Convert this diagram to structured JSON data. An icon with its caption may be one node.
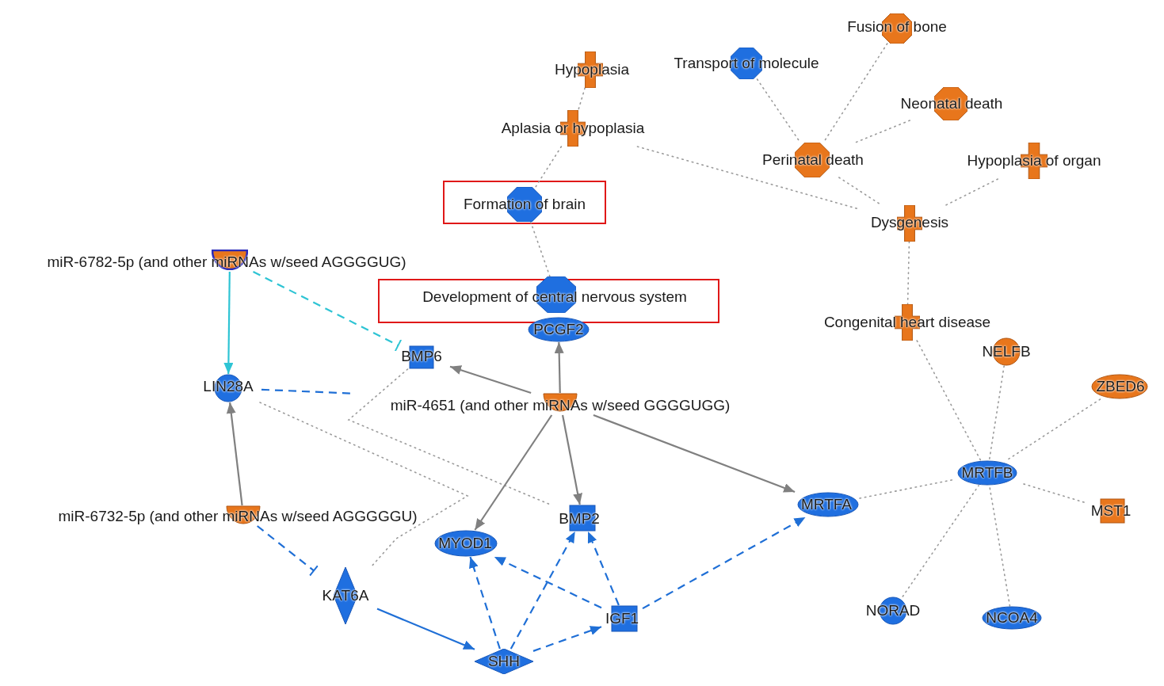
{
  "diagram": {
    "nodes": [
      {
        "text": [
          "Fusion of bone"
        ]
      },
      {
        "text": [
          "Hypoplasia"
        ]
      },
      {
        "text": [
          "Transport of molecule"
        ]
      },
      {
        "text": [
          "Neonatal death"
        ]
      },
      {
        "text": [
          "Aplasia or hypoplasia"
        ]
      },
      {
        "text": [
          "Perinatal death"
        ]
      },
      {
        "text": [
          "Hypoplasia of organ"
        ]
      },
      {
        "text": [
          "Formation of brain"
        ]
      },
      {
        "text": [
          "Dysgenesis"
        ]
      },
      {
        "text": [
          "miR-6782-5p (and other miRNAs w/seed AGGGGUG)"
        ]
      },
      {
        "text": [
          "Development of central nervous system"
        ]
      },
      {
        "text": [
          "Congenital heart disease"
        ]
      },
      {
        "text": [
          "PCGF2"
        ]
      },
      {
        "text": [
          "NELFB"
        ]
      },
      {
        "text": [
          "BMP6"
        ]
      },
      {
        "text": [
          "LIN28A"
        ]
      },
      {
        "text": [
          "ZBED6"
        ]
      },
      {
        "text": [
          "miR-4651 (and other miRNAs w/seed GGGGUGG)"
        ]
      },
      {
        "text": [
          "MRTFB"
        ]
      },
      {
        "text": [
          "MRTFA"
        ]
      },
      {
        "text": [
          "MST1"
        ]
      },
      {
        "text": [
          "miR-6732-5p (and other miRNAs w/seed AGGGGGU)"
        ]
      },
      {
        "text": [
          "MYOD1"
        ]
      },
      {
        "text": [
          "BMP2"
        ]
      },
      {
        "text": [
          "KAT6A"
        ]
      },
      {
        "text": [
          "NORAD"
        ]
      },
      {
        "text": [
          "IGF1"
        ]
      },
      {
        "text": [
          "NCOA4"
        ]
      },
      {
        "text": [
          "SHH"
        ]
      }
    ],
    "edges": [
      {
        "from": 1,
        "to": 4,
        "arrow": "none",
        "style": "dashed"
      },
      {
        "from": 4,
        "to": 7,
        "arrow": "none",
        "style": "dashed"
      },
      {
        "from": 4,
        "to": 8,
        "arrow": "none",
        "style": "dashed"
      },
      {
        "from": 2,
        "to": 5,
        "arrow": "none",
        "style": "dashed"
      },
      {
        "from": 0,
        "to": 5,
        "arrow": "none",
        "style": "dashed"
      },
      {
        "from": 3,
        "to": 5,
        "arrow": "none",
        "style": "dashed"
      },
      {
        "from": 5,
        "to": 8,
        "arrow": "none",
        "style": "dashed"
      },
      {
        "from": 6,
        "to": 8,
        "arrow": "none",
        "style": "dashed"
      },
      {
        "from": 8,
        "to": 11,
        "arrow": "none",
        "style": "dashed"
      },
      {
        "from": 7,
        "to": 10,
        "arrow": "none",
        "style": "dashed"
      },
      {
        "from": 11,
        "to": 18,
        "arrow": "none",
        "style": "dashed"
      },
      {
        "from": 13,
        "to": 18,
        "arrow": "none",
        "style": "dashed"
      },
      {
        "from": 16,
        "to": 18,
        "arrow": "none",
        "style": "dashed"
      },
      {
        "from": 20,
        "to": 18,
        "arrow": "none",
        "style": "dashed"
      },
      {
        "from": 27,
        "to": 18,
        "arrow": "none",
        "style": "dashed"
      },
      {
        "from": 25,
        "to": 18,
        "arrow": "none",
        "style": "dashed"
      },
      {
        "from": 19,
        "to": 18,
        "arrow": "none",
        "style": "dashed"
      },
      {
        "from": 14,
        "to": 23,
        "arrow": "none",
        "style": "dashed"
      },
      {
        "from": 15,
        "to": 24,
        "arrow": "none",
        "style": "dashed"
      },
      {
        "from": 17,
        "to": 14,
        "arrow": "to"
      },
      {
        "from": 17,
        "to": 12,
        "arrow": "to"
      },
      {
        "from": 17,
        "to": 22,
        "arrow": "to"
      },
      {
        "from": 17,
        "to": 23,
        "arrow": "to"
      },
      {
        "from": 17,
        "to": 19,
        "arrow": "to"
      },
      {
        "from": 21,
        "to": 15,
        "arrow": "to"
      },
      {
        "from": 9,
        "to": 15,
        "arrow": "to",
        "color": "#2ec4d4"
      },
      {
        "from": 9,
        "to": 14,
        "arrow": "other",
        "style": "dashed",
        "color": "#2ec4d4"
      },
      {
        "from": 15,
        "to": 17,
        "arrow": "none",
        "style": "dashed",
        "color": "#1f6fd6"
      },
      {
        "from": 21,
        "to": 24,
        "arrow": "other",
        "style": "dashed",
        "color": "#1f6fd6"
      },
      {
        "from": 24,
        "to": 28,
        "arrow": "to",
        "color": "#1f6fd6"
      },
      {
        "from": 28,
        "to": 22,
        "arrow": "to",
        "style": "dashed",
        "color": "#1f6fd6"
      },
      {
        "from": 28,
        "to": 23,
        "arrow": "to",
        "style": "dashed",
        "color": "#1f6fd6"
      },
      {
        "from": 28,
        "to": 26,
        "arrow": "to",
        "style": "dashed",
        "color": "#1f6fd6"
      },
      {
        "from": 26,
        "to": 22,
        "arrow": "to",
        "style": "dashed",
        "color": "#1f6fd6"
      },
      {
        "from": 26,
        "to": 23,
        "arrow": "to",
        "style": "dashed",
        "color": "#1f6fd6"
      },
      {
        "from": 26,
        "to": 19,
        "arrow": "to",
        "style": "dashed",
        "color": "#1f6fd6"
      }
    ]
  }
}
